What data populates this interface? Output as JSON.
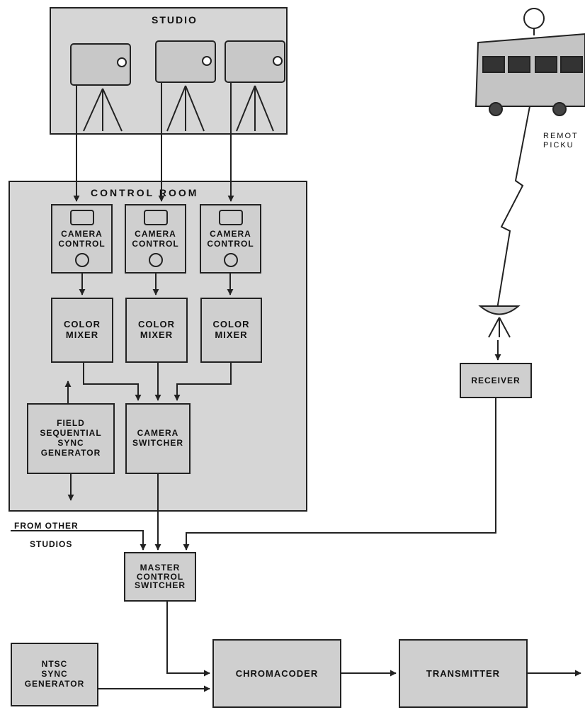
{
  "studio": {
    "title": "STUDIO"
  },
  "control_room": {
    "title": "CONTROL ROOM",
    "camera_controls": [
      "CAMERA\nCONTROL",
      "CAMERA\nCONTROL",
      "CAMERA\nCONTROL"
    ],
    "color_mixers": [
      "COLOR\nMIXER",
      "COLOR\nMIXER",
      "COLOR\nMIXER"
    ],
    "field_sync": "FIELD\nSEQUENTIAL\nSYNC\nGENERATOR",
    "camera_switcher": "CAMERA\nSWITCHER"
  },
  "remote": {
    "label": "REMOT\nPICKU"
  },
  "receiver": "RECEIVER",
  "from_other": {
    "line1": "FROM OTHER",
    "line2": "STUDIOS"
  },
  "master_switcher": "MASTER\nCONTROL\nSWITCHER",
  "ntsc_sync": "NTSC\nSYNC\nGENERATOR",
  "chromacoder": "CHROMACODER",
  "transmitter": "TRANSMITTER",
  "colors": {
    "fill": "#cfcfcf",
    "line": "#222222"
  }
}
